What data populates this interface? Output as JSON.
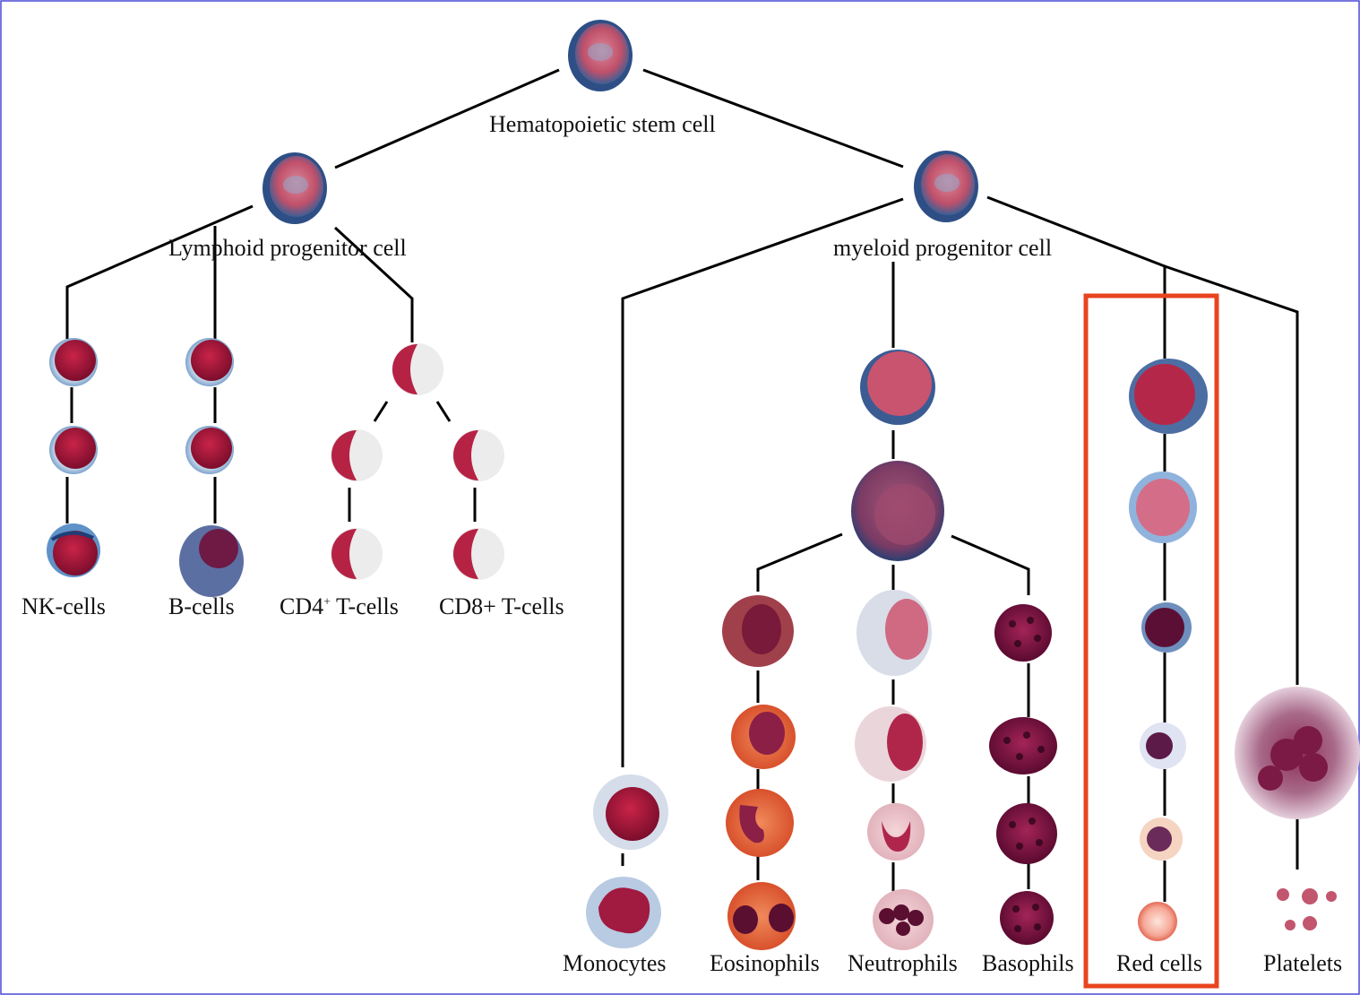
{
  "diagram": {
    "title": "",
    "root": {
      "label": "Hematopoietic stem cell"
    },
    "branches": {
      "lymphoid": {
        "label": "Lymphoid progenitor cell",
        "outputs": [
          "NK-cells",
          "B-cells",
          "CD4+ T-cells",
          "CD8+ T-cells"
        ]
      },
      "myeloid": {
        "label": "myeloid progenitor cell",
        "outputs": [
          "Monocytes",
          "Eosinophils",
          "Neutrophils",
          "Basophils",
          "Red cells",
          "Platelets"
        ]
      }
    },
    "labels": {
      "stem": "Hematopoietic stem cell",
      "lymphoid": "Lymphoid progenitor cell",
      "myeloid": "myeloid progenitor cell",
      "nk": "NK-cells",
      "b": "B-cells",
      "cd4_prefix": "CD4",
      "cd4_sup": "+",
      "cd4_suffix": " T-cells",
      "cd8": "CD8+ T-cells",
      "monocytes": "Monocytes",
      "eosinophils": "Eosinophils",
      "neutrophils": "Neutrophils",
      "basophils": "Basophils",
      "red": "Red cells",
      "platelets": "Platelets"
    },
    "highlight": {
      "target": "Red cells",
      "color": "#e8441f"
    },
    "colors": {
      "line": "#000000",
      "border": "#4a4ad8",
      "nucleus_red": "#b5193a",
      "nucleus_dark": "#7a0f35",
      "cytoplasm_blue": "#b9cde6",
      "cytoplasm_pink": "#efc3c8",
      "eosinophil_orange": "#e8623a",
      "basophil_dark": "#6e0c3a"
    }
  }
}
